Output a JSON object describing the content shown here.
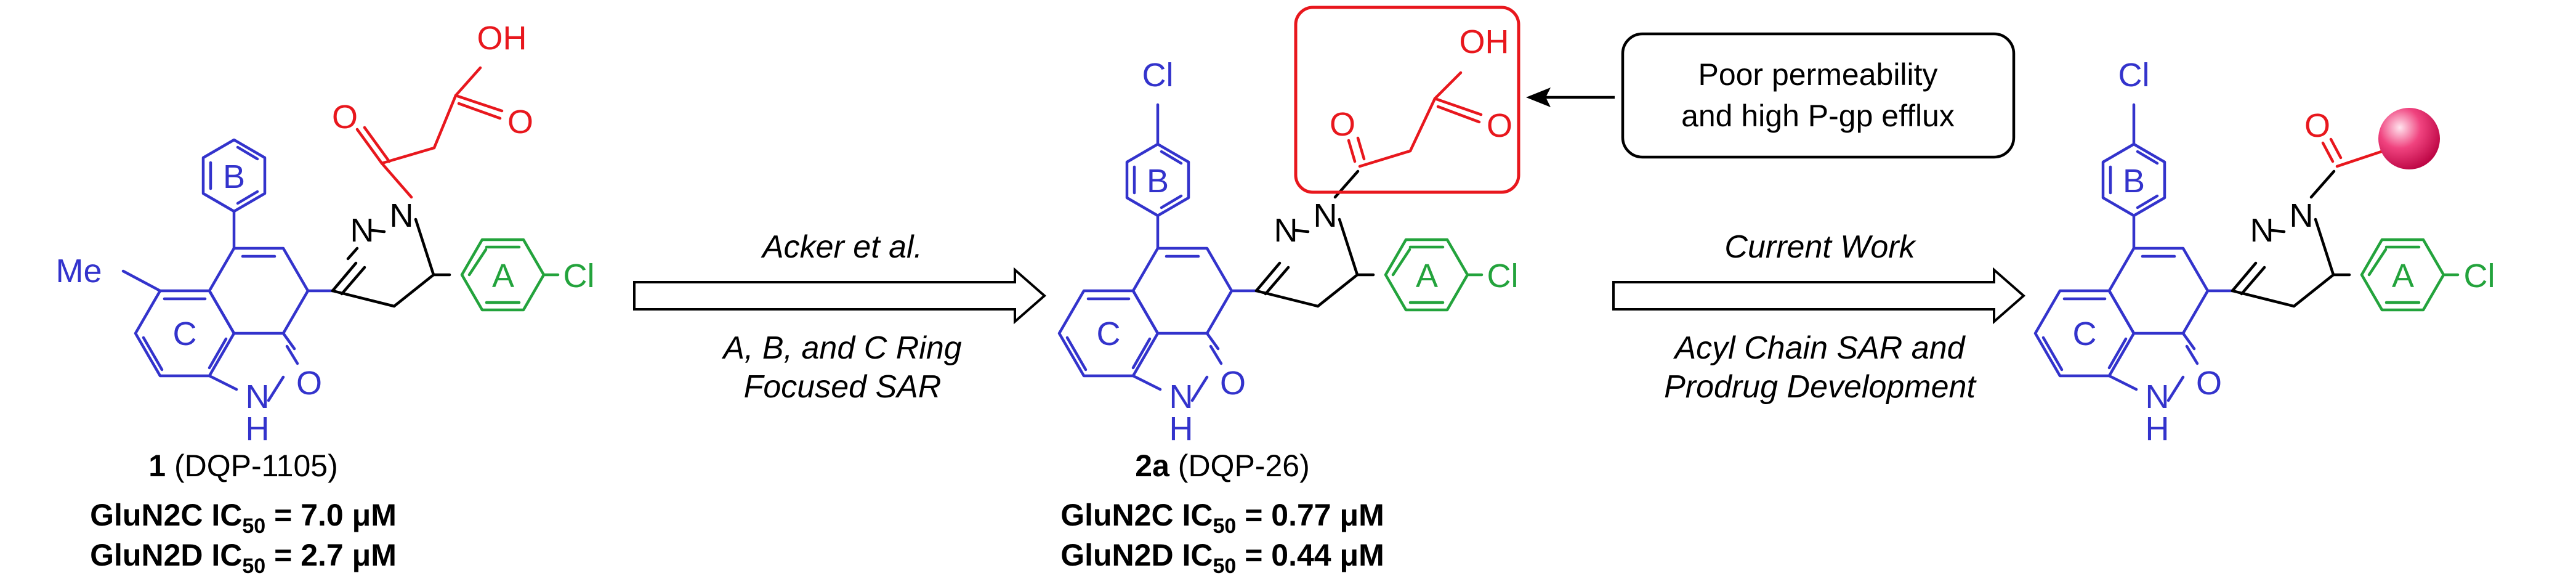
{
  "colors": {
    "blue": "#3333cc",
    "red": "#e8171d",
    "green": "#23a33c",
    "black": "#000000",
    "magenta": "#e5005a"
  },
  "atoms": {
    "me": "Me",
    "cl": "Cl",
    "n": "N",
    "nh": "N",
    "h": "H",
    "o": "O",
    "oh": "OH"
  },
  "rings": {
    "a": "A",
    "b": "B",
    "c": "C"
  },
  "compound1": {
    "number": "1",
    "name": "(DQP-1105)",
    "ic1": {
      "target": "GluN2C IC",
      "sub": "50",
      "value": " = 7.0 ",
      "unit": "μM"
    },
    "ic2": {
      "target": "GluN2D IC",
      "sub": "50",
      "value": " = 2.7 ",
      "unit": "μM"
    }
  },
  "compound2": {
    "number": "2a",
    "name": "(DQP-26)",
    "ic1": {
      "target": "GluN2C IC",
      "sub": "50",
      "value": " = 0.77 ",
      "unit": "μM"
    },
    "ic2": {
      "target": "GluN2D IC",
      "sub": "50",
      "value": " = 0.44 ",
      "unit": "μM"
    }
  },
  "arrow1": {
    "top": "Acker et al.",
    "bottom_line1": "A, B, and C Ring",
    "bottom_line2": "Focused SAR"
  },
  "arrow2": {
    "top": "Current Work",
    "bottom_line1": "Acyl Chain SAR and",
    "bottom_line2": "Prodrug Development"
  },
  "callout": {
    "line1": "Poor permeability",
    "line2": "and high P-gp efflux"
  }
}
